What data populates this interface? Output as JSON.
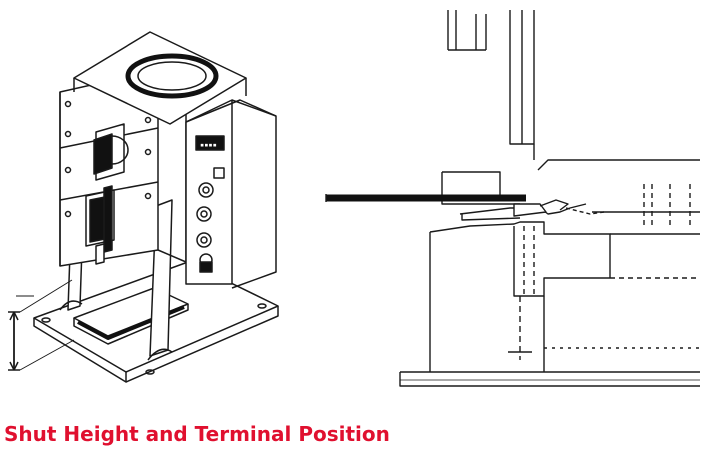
{
  "caption": {
    "text": "Shut Height and Terminal Position"
  },
  "colors": {
    "caption": "#e0102f",
    "line": "#1a1a1a",
    "background": "#ffffff"
  },
  "icons": {
    "left": "press-machine-illustration",
    "right": "terminal-cross-section-drawing"
  }
}
